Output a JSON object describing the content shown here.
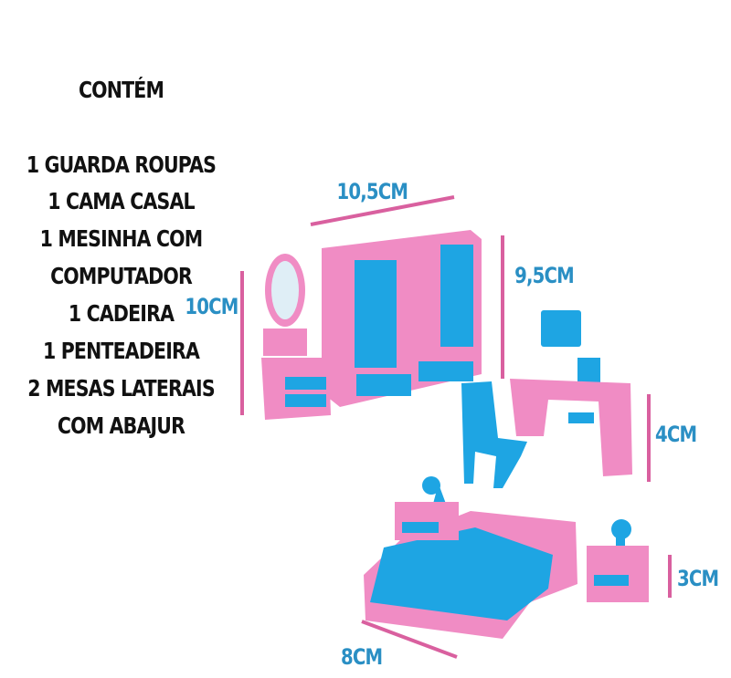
{
  "heading": "CONTÉM",
  "items": [
    "1 GUARDA ROUPAS",
    "1 CAMA CASAL",
    "1 MESINHA COM",
    "COMPUTADOR",
    "1 CADEIRA",
    "1 PENTEADEIRA",
    "2 MESAS LATERAIS",
    "COM ABAJUR"
  ],
  "dimensions": {
    "wardrobe_width": "10,5CM",
    "wardrobe_height": "9,5CM",
    "vanity_height": "10CM",
    "desk_height": "4CM",
    "nightstand_height": "3CM",
    "bed_width": "8CM"
  },
  "colors": {
    "label": "#2a8fc4",
    "measure_line": "#d9609f",
    "furniture_pink": "#f08cc4",
    "furniture_blue": "#1ea5e3"
  }
}
